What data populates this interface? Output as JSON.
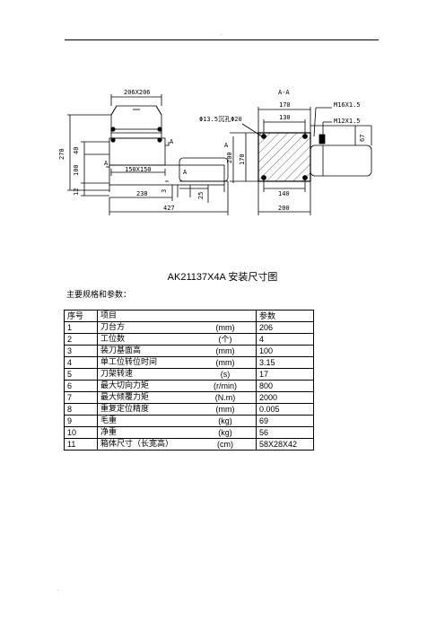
{
  "drawing": {
    "labels": {
      "dim_206x206": "206X206",
      "dim_270": "270",
      "dim_100": "100",
      "dim_40": "40",
      "dim_12": "12",
      "dim_150x150": "150X150",
      "dim_238": "238",
      "dim_3": "3",
      "dim_25": "25",
      "dim_427": "427",
      "dim_200_left": "200",
      "marker_a1": "A",
      "marker_a2": "A",
      "marker_a3": "A",
      "marker_a4": "A",
      "section_aa": "A-A",
      "dim_170_top": "170",
      "dim_130": "130",
      "hole_note": "Φ13.5沉孔Φ20",
      "m16": "M16X1.5",
      "m12": "M12X1.5",
      "dim_67": "67",
      "dim_170_side": "170",
      "dim_140": "140",
      "dim_200_bottom": "200"
    }
  },
  "figure_title": "AK21137X4A  安装尺寸图",
  "subtitle": "主要规格和参数：",
  "table": {
    "header": {
      "no": "序号",
      "item": "项目",
      "unit": "",
      "value": "参数"
    },
    "rows": [
      {
        "no": "1",
        "item": "刀台方",
        "unit": "(mm)",
        "value": "206"
      },
      {
        "no": "2",
        "item": "工位数",
        "unit": "(个)",
        "value": "4"
      },
      {
        "no": "3",
        "item": "装刀基面高",
        "unit": "(mm)",
        "value": "100"
      },
      {
        "no": "4",
        "item": "单工位转位时间",
        "unit": "(mm)",
        "value": "3.15"
      },
      {
        "no": "5",
        "item": "刀架转速",
        "unit": "(s)",
        "value": "17"
      },
      {
        "no": "6",
        "item": "最大切向力矩",
        "unit": "(r/min)",
        "value": "800"
      },
      {
        "no": "7",
        "item": "最大倾覆力矩",
        "unit": "(N.m)",
        "value": "2000"
      },
      {
        "no": "8",
        "item": "重复定位精度",
        "unit": "(mm)",
        "value": "0.005"
      },
      {
        "no": "9",
        "item": "毛重",
        "unit": "(kg)",
        "value": "69"
      },
      {
        "no": "10",
        "item": "净重",
        "unit": "(kg)",
        "value": "56"
      },
      {
        "no": "11",
        "item": "箱体尺寸（长宽高）",
        "unit": "(cm)",
        "value": "58X28X42"
      }
    ]
  }
}
